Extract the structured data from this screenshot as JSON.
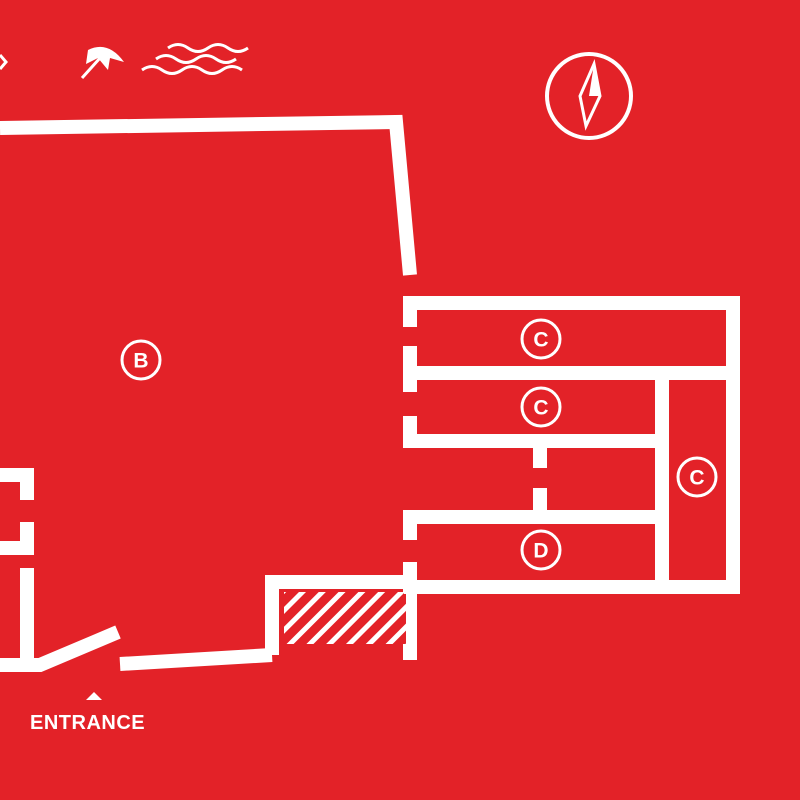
{
  "colors": {
    "background": "#e32228",
    "ink": "#ffffff"
  },
  "icons": [
    "beach-umbrella-icon",
    "waves-icon",
    "compass-icon",
    "entrance-arrow-icon"
  ],
  "rooms": [
    {
      "id": "b",
      "label": "B"
    },
    {
      "id": "c1",
      "label": "C"
    },
    {
      "id": "c2",
      "label": "C"
    },
    {
      "id": "c3",
      "label": "C"
    },
    {
      "id": "d",
      "label": "D"
    }
  ],
  "entrance": {
    "label": "ENTRANCE"
  }
}
